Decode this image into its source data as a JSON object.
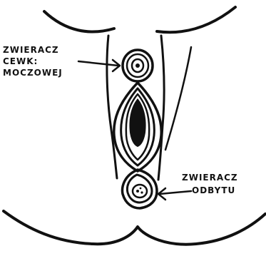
{
  "colors": {
    "ink": "#111111",
    "background": "#ffffff"
  },
  "labels": {
    "urethral_sphincter": [
      "ZWIERACZ",
      "CEWK:",
      "MOCZOWEJ"
    ],
    "anal_sphincter": [
      "ZWIERACZ",
      "ODBYTU"
    ]
  }
}
